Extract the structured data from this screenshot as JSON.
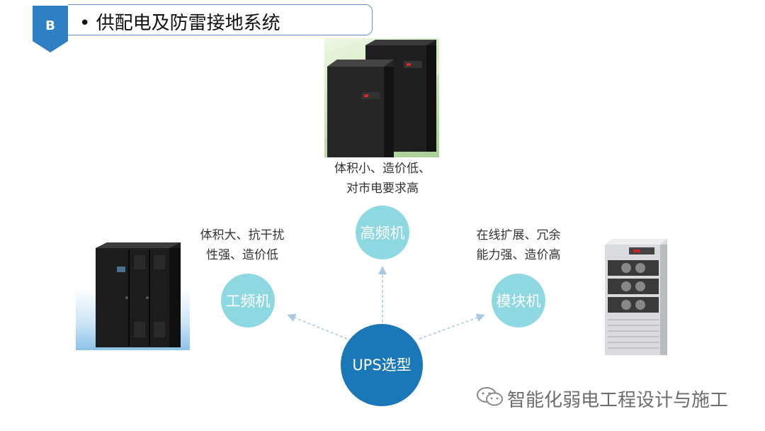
{
  "header": {
    "badge_letter": "B",
    "title": "• 供配电及防雷接地系统"
  },
  "diagram": {
    "center": {
      "label": "UPS选型"
    },
    "branches": [
      {
        "id": "high-frequency",
        "label": "高频机",
        "desc_lines": [
          "体积小、造价低、",
          "对市电要求高"
        ]
      },
      {
        "id": "power-frequency",
        "label": "工频机",
        "desc_lines": [
          "体积大、抗干扰",
          "性强、造价低"
        ]
      },
      {
        "id": "modular",
        "label": "模块机",
        "desc_lines": [
          "在线扩展、冗余",
          "能力强、造价高"
        ]
      }
    ]
  },
  "watermark": {
    "text": "智能化弱电工程设计与施工",
    "icon": "wechat-icon"
  },
  "colors": {
    "accent": "#1b78b8",
    "branch_circle": "#8ed8e2",
    "badge": "#2f7fc4",
    "arrow": "#a9c9e2"
  }
}
